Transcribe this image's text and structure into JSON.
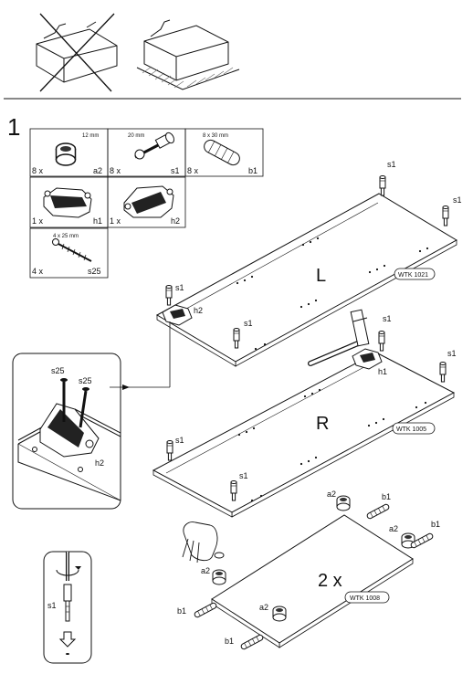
{
  "step_number": "1",
  "parts": [
    {
      "qty": "8 x",
      "size": "12 mm",
      "code": "a2",
      "icon": "cam-lock-icon"
    },
    {
      "qty": "8 x",
      "size": "20 mm",
      "code": "s1",
      "icon": "cam-bolt-icon"
    },
    {
      "qty": "8 x",
      "size": "8 x 30 mm",
      "code": "b1",
      "icon": "wooden-dowel-icon"
    },
    {
      "qty": "1 x",
      "size": "",
      "code": "h1",
      "icon": "hinge-plate-icon"
    },
    {
      "qty": "1 x",
      "size": "",
      "code": "h2",
      "icon": "hinge-plate-icon"
    },
    {
      "qty": "4 x",
      "size": "4 x 25 mm",
      "code": "s25",
      "icon": "screw-icon"
    }
  ],
  "panels": {
    "left": {
      "label": "L",
      "tag": "WTK 1021"
    },
    "right": {
      "label": "R",
      "tag": "WTK 1005"
    },
    "bottom": {
      "label": "2 x",
      "tag": "WTK 1008"
    }
  },
  "callouts": {
    "s1": "s1",
    "h1": "h1",
    "h2": "h2",
    "a2": "a2",
    "b1": "b1",
    "s25": "s25"
  },
  "icons": [
    "hammer-icon",
    "hand-icon",
    "screwdriver-icon",
    "arrow-down-icon",
    "cross-out-icon"
  ]
}
